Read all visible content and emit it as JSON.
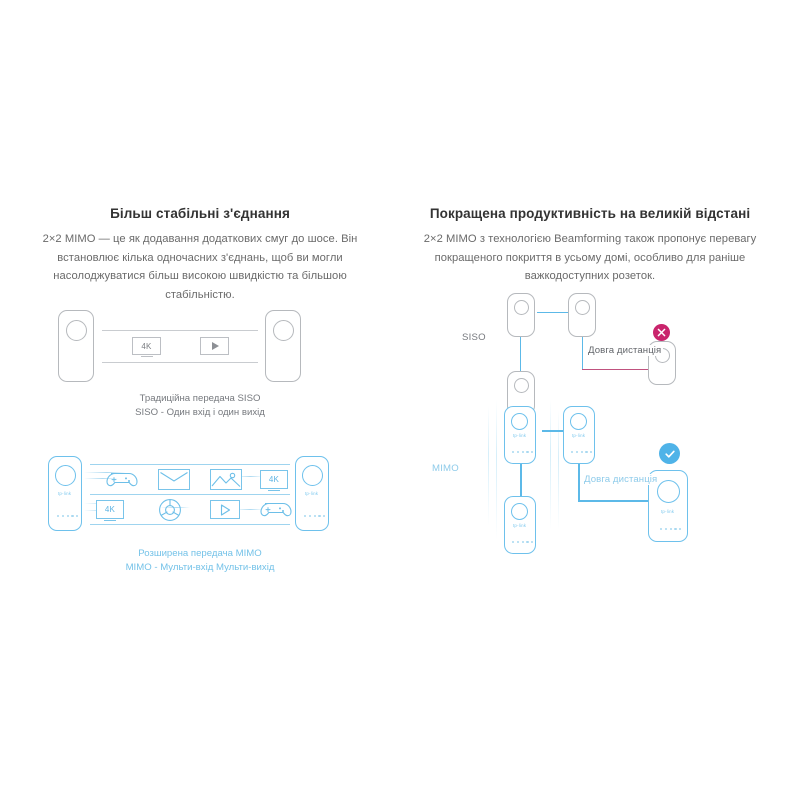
{
  "panels": {
    "left": {
      "title": "Більш стабільні з'єднання",
      "description": "2×2 MIMO — це як додавання додаткових смуг до шосе. Він встановлює кілька одночасних з'єднань, щоб ви могли насолоджуватися більш високою швидкістю та більшою стабільністю.",
      "siso_diagram": {
        "caption_line1": "Традиційна передача SISO",
        "caption_line2": "SISO - Один вхід і один вихід",
        "tiles": [
          {
            "label": "4K",
            "icon": "monitor-4k-icon"
          },
          {
            "label": "",
            "icon": "play-icon"
          }
        ]
      },
      "mimo_diagram": {
        "caption_line1": "Розширена передача MIMO",
        "caption_line2": "MIMO - Мульти-вхід Мульти-вихід",
        "row_top": [
          {
            "label": "",
            "icon": "gamepad-icon"
          },
          {
            "label": "",
            "icon": "envelope-icon"
          },
          {
            "label": "",
            "icon": "photo-icon"
          },
          {
            "label": "4K",
            "icon": "monitor-4k-icon"
          }
        ],
        "row_bottom": [
          {
            "label": "4K",
            "icon": "monitor-4k-icon"
          },
          {
            "label": "",
            "icon": "browser-icon"
          },
          {
            "label": "",
            "icon": "play-icon"
          },
          {
            "label": "",
            "icon": "gamepad-icon"
          }
        ]
      }
    },
    "right": {
      "title": "Покращена продуктивність на великій відстані",
      "description": "2×2 MIMO з технологією Beamforming також пропонує перевагу покращеного покриття в усьому домі, особливо для раніше важкодоступних розеток.",
      "siso_network": {
        "label": "SISO",
        "distance_label": "Довга дистанція",
        "status_icon": "cross-icon",
        "status_color": "#c9246c"
      },
      "mimo_network": {
        "label": "MIMO",
        "distance_label": "Довга дистанція",
        "status_icon": "check-icon",
        "status_color": "#4fb3e8"
      }
    }
  },
  "brand": {
    "logo_text": "tp-link",
    "accent_blue": "#5cb9e8",
    "line_gray": "#b6b9bd",
    "pink": "#c0527f"
  }
}
